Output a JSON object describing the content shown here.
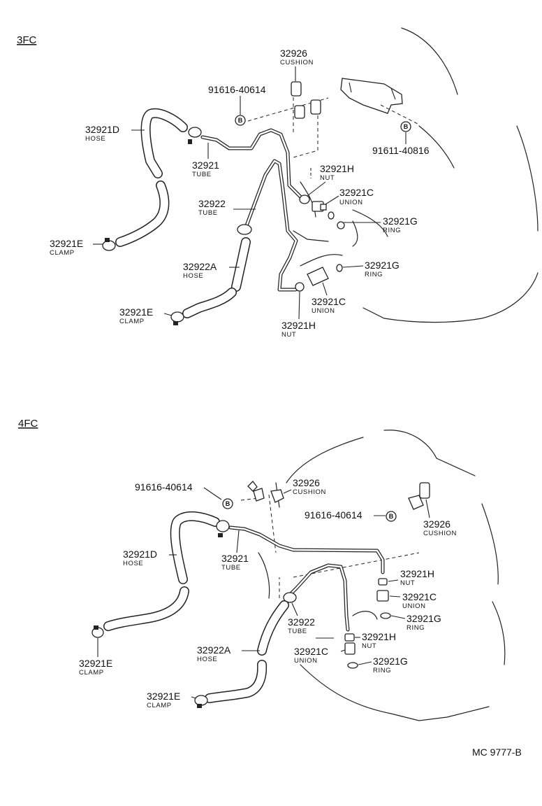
{
  "sections": [
    {
      "label": "3FC",
      "callouts": {
        "cushion_926": {
          "part": "32926",
          "name": "CUSHION"
        },
        "bolt_top": {
          "part": "91616-40614"
        },
        "bolt_right": {
          "part": "91611-40816"
        },
        "hose_921d": {
          "part": "32921D",
          "name": "HOSE"
        },
        "tube_921": {
          "part": "32921",
          "name": "TUBE"
        },
        "nut_921h_a": {
          "part": "32921H",
          "name": "NUT"
        },
        "union_921c_a": {
          "part": "32921C",
          "name": "UNION"
        },
        "ring_921g_a": {
          "part": "32921G",
          "name": "RING"
        },
        "tube_922": {
          "part": "32922",
          "name": "TUBE"
        },
        "clamp_921e_a": {
          "part": "32921E",
          "name": "CLAMP"
        },
        "hose_922a": {
          "part": "32922A",
          "name": "HOSE"
        },
        "ring_921g_b": {
          "part": "32921G",
          "name": "RING"
        },
        "union_921c_b": {
          "part": "32921C",
          "name": "UNION"
        },
        "clamp_921e_b": {
          "part": "32921E",
          "name": "CLAMP"
        },
        "nut_921h_b": {
          "part": "32921H",
          "name": "NUT"
        }
      }
    },
    {
      "label": "4FC",
      "callouts": {
        "bolt_a": {
          "part": "91616-40614"
        },
        "cushion_a": {
          "part": "32926",
          "name": "CUSHION"
        },
        "bolt_b": {
          "part": "91616-40614"
        },
        "cushion_b": {
          "part": "32926",
          "name": "CUSHION"
        },
        "hose_921d": {
          "part": "32921D",
          "name": "HOSE"
        },
        "tube_921": {
          "part": "32921",
          "name": "TUBE"
        },
        "nut_921h_a": {
          "part": "32921H",
          "name": "NUT"
        },
        "union_921c_a": {
          "part": "32921C",
          "name": "UNION"
        },
        "ring_921g_a": {
          "part": "32921G",
          "name": "RING"
        },
        "tube_922": {
          "part": "32922",
          "name": "TUBE"
        },
        "nut_921h_b": {
          "part": "32921H",
          "name": "NUT"
        },
        "union_921c_b": {
          "part": "32921C",
          "name": "UNION"
        },
        "ring_921g_b": {
          "part": "32921G",
          "name": "RING"
        },
        "hose_922a": {
          "part": "32922A",
          "name": "HOSE"
        },
        "clamp_921e_a": {
          "part": "32921E",
          "name": "CLAMP"
        },
        "clamp_921e_b": {
          "part": "32921E",
          "name": "CLAMP"
        }
      }
    }
  ],
  "bolt_marker": "B",
  "figure_code": "MC 9777-B"
}
